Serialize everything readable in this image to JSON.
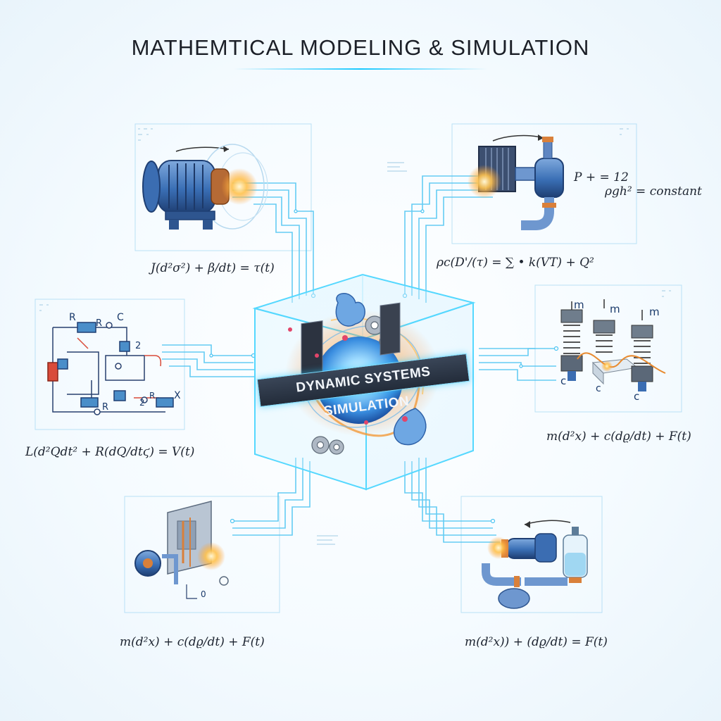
{
  "title": "MATHEMTICAL MODELING & SIMULATION",
  "center_label": "DYNAMIC SYSTEMS  SIMULATION",
  "equations": {
    "motor": "J(d²σ²) + β/dt) = τ(t)",
    "heat": "ρc(D'/(τ) = ∑ • k(VT) + Q²",
    "bernoulli_top": "P + = 12",
    "bernoulli_bottom": "ρgh² = constant",
    "circuit": "L(d²Qdt² + R(dQ/dtϛ) = V(t)",
    "spring": "m(d²x) + c(dϱ/dt) + F(t)",
    "mechanism": "m(d²x) + c(dϱ/dt) + F(t)",
    "pump": "m(d²x)) + (dϱ/dt) = F(t)"
  },
  "circuit_labels": {
    "r1": "R",
    "r2": "R",
    "r3": "R",
    "c": "C",
    "n2": "2",
    "x": "X",
    "cap2": "2"
  },
  "spring_labels": {
    "m1": "m",
    "m2": "m",
    "m3": "m",
    "c1": "c",
    "c2": "c",
    "c3": "c"
  },
  "mechanism_labels": {
    "o": "0"
  },
  "colors": {
    "accent": "#18c8ff",
    "cube_edge": "#55d8ff",
    "machine_blue": "#3a6fb5",
    "copper": "#d9803a",
    "spark": "#ffb13b"
  }
}
